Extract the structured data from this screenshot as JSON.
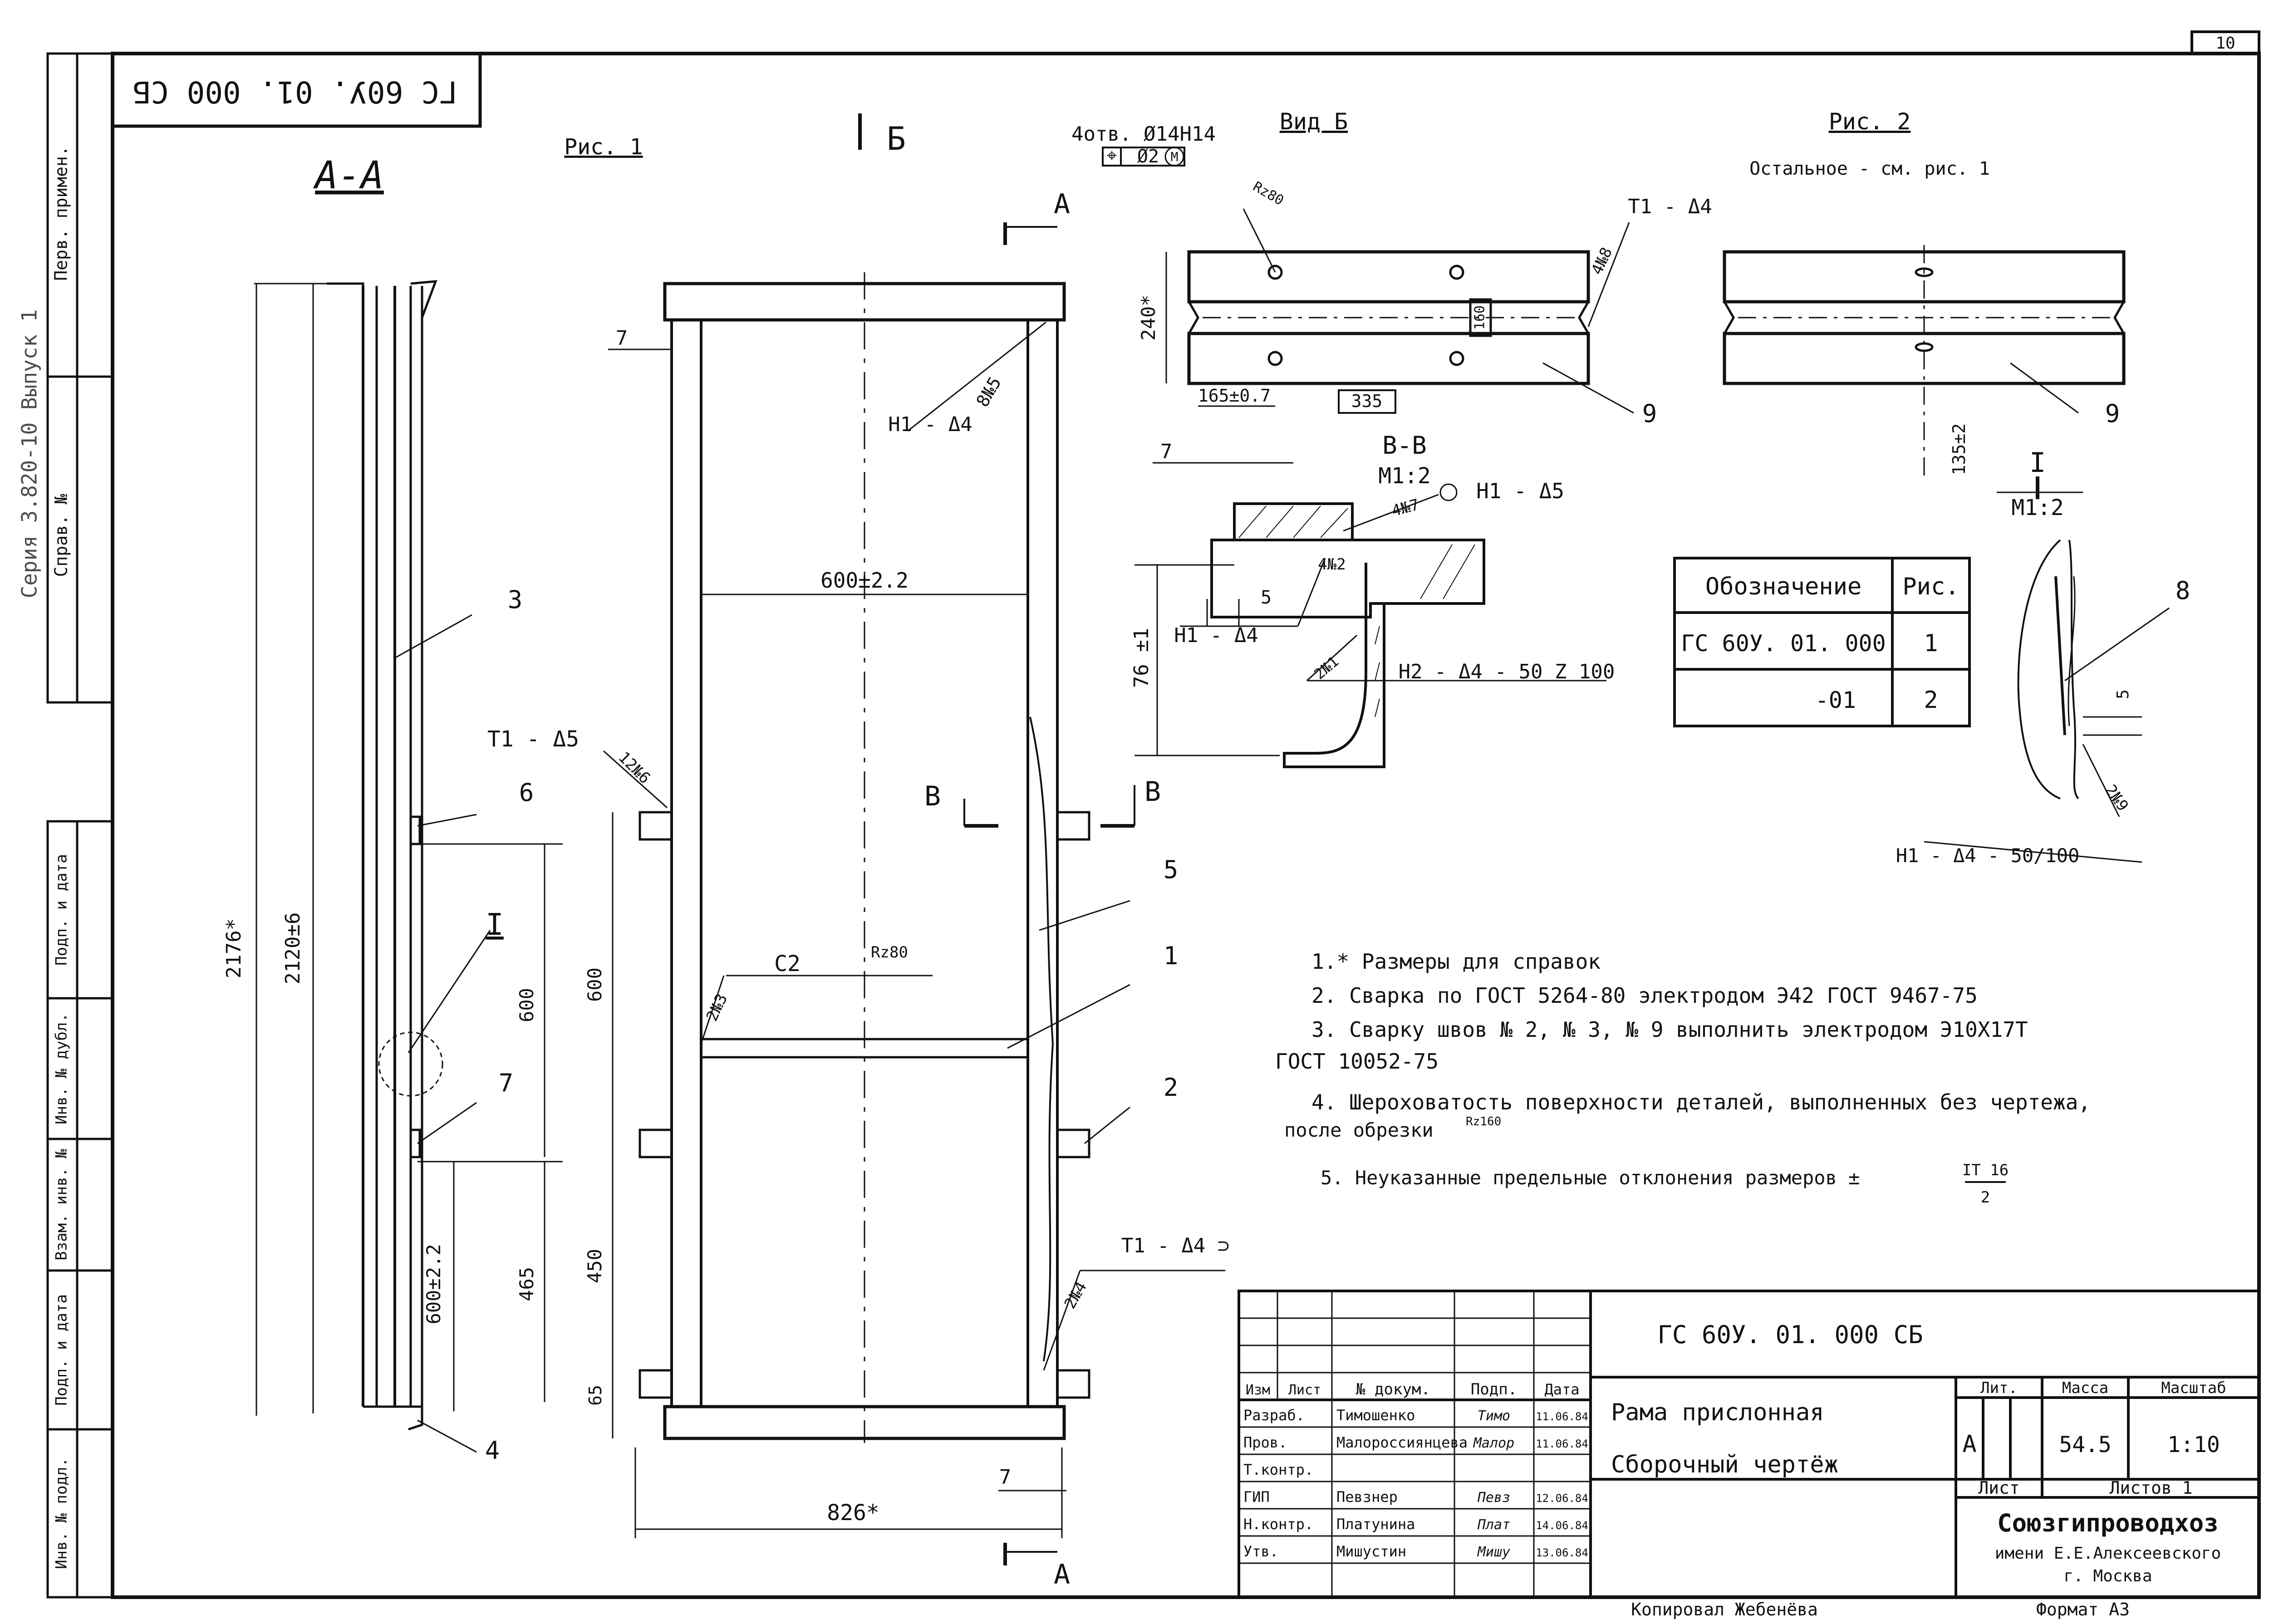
{
  "stamp": {
    "code_top": "ГС 60У. 01. 000 СБ",
    "code": "ГС 60У. 01. 000 СБ",
    "title_line1": "Рама прислонная",
    "title_line2": "Сборочный чертёж",
    "header_row": [
      "Изм",
      "Лист",
      "№ докум.",
      "Подп.",
      "Дата"
    ],
    "rows": [
      {
        "role": "Разраб.",
        "name": "Тимошенко",
        "sign": "Тимо",
        "date": "11.06.84"
      },
      {
        "role": "Пров.",
        "name": "Малороссиянцева",
        "sign": "Малор",
        "date": "11.06.84"
      },
      {
        "role": "Т.контр.",
        "name": "",
        "sign": "",
        "date": ""
      },
      {
        "role": "ГИП",
        "name": "Певзнер",
        "sign": "Певз",
        "date": "12.06.84"
      },
      {
        "role": "Н.контр.",
        "name": "Платунина",
        "sign": "Плат",
        "date": "14.06.84"
      },
      {
        "role": "Утв.",
        "name": "Мишустин",
        "sign": "Мишу",
        "date": "13.06.84"
      }
    ],
    "lit_label": "Лит.",
    "lit_value": "А",
    "mass_label": "Масса",
    "mass_value": "54.5",
    "scale_label": "Масштаб",
    "scale_value": "1:10",
    "sheet_label": "Лист",
    "sheets_label": "Листов 1",
    "org_name": "Союзгипроводхоз",
    "org_line2": "имени Е.Е.Алексеевского",
    "org_line3": "г. Москва",
    "copied_by": "Копировал Жебенёва",
    "format": "Формат А3",
    "sheet_number": "10"
  },
  "side_column": {
    "top": [
      "Перв. примен.",
      "Справ. №"
    ],
    "bottom": [
      "Подп. и дата",
      "Инв. № дубл.",
      "Взам. инв. №",
      "Подп. и дата",
      "Инв. № подл."
    ],
    "series_text": "Серия 3.820-10 Выпуск 1"
  },
  "views": {
    "section_aa": "А-А",
    "fig1": "Рис. 1",
    "fig2": "Рис. 2",
    "fig2_note": "Остальное - см. рис. 1",
    "view_b": "Вид Б",
    "section_vv": "В-В",
    "section_vv_scale": "М1:2",
    "detail_i": "I",
    "detail_i_scale": "М1:2",
    "arrow_b": "Б",
    "arrow_a": "А",
    "arrow_v": "В"
  },
  "dims": {
    "d2176": "2176*",
    "d2120": "2120±6",
    "d600a": "600",
    "d600b": "600",
    "d600c": "600±2.2",
    "d465": "465",
    "d450": "450",
    "d65": "65",
    "d826": "826*",
    "d7a": "7",
    "d7b": "7",
    "d7c": "7",
    "d600_22": "600±2.2",
    "d240": "240*",
    "d160": "160",
    "d165": "165±0.7",
    "d335": "335",
    "d135": "135±2",
    "d76": "76 ±1",
    "d5a": "5",
    "d5b": "5",
    "holes": "4отв. Ø14H14",
    "tol_pos": "⌖",
    "tol_val": "Ø2",
    "tol_mod": "M",
    "rz80a": "Rz80",
    "rz80b": "Rz80",
    "rz160": "Rz160"
  },
  "welds": {
    "w1": "Н1 - Δ4",
    "w1n": "8№5",
    "w2": "Т1 - Δ5",
    "w2n": "12№6",
    "w3": "Т1 - Δ4",
    "w3n": "4№8",
    "w4": "Т1 - Δ4 ⊃",
    "w4n": "2№4",
    "w5": "С2",
    "w5n": "2№3",
    "w6": "Н1 - Δ5",
    "w6n": "4№7",
    "w7": "Н1 - Δ4",
    "w8": "Н2 - Δ4 - 50 Z 100",
    "w8a": "4№2",
    "w8b": "2№1",
    "w9": "Н1 - Δ4 - 50/100",
    "w9n": "2№9"
  },
  "callouts": [
    "1",
    "2",
    "3",
    "4",
    "5",
    "6",
    "7",
    "8",
    "9",
    "9"
  ],
  "table": {
    "headers": [
      "Обозначение",
      "Рис."
    ],
    "rows": [
      [
        "ГС 60У. 01. 000",
        "1"
      ],
      [
        "-01",
        "2"
      ]
    ]
  },
  "notes": [
    "1.* Размеры для справок",
    "2. Сварка по ГОСТ 5264-80 электродом Э42 ГОСТ 9467-75",
    "3. Сварку швов № 2, № 3, № 9 выполнить электродом Э10Х17Т",
    "ГОСТ 10052-75",
    "4. Шероховатость поверхности деталей, выполненных без чертежа,",
    "после обрезки",
    "5. Неуказанные предельные отклонения размеров ±",
    "IT 16",
    "2"
  ]
}
